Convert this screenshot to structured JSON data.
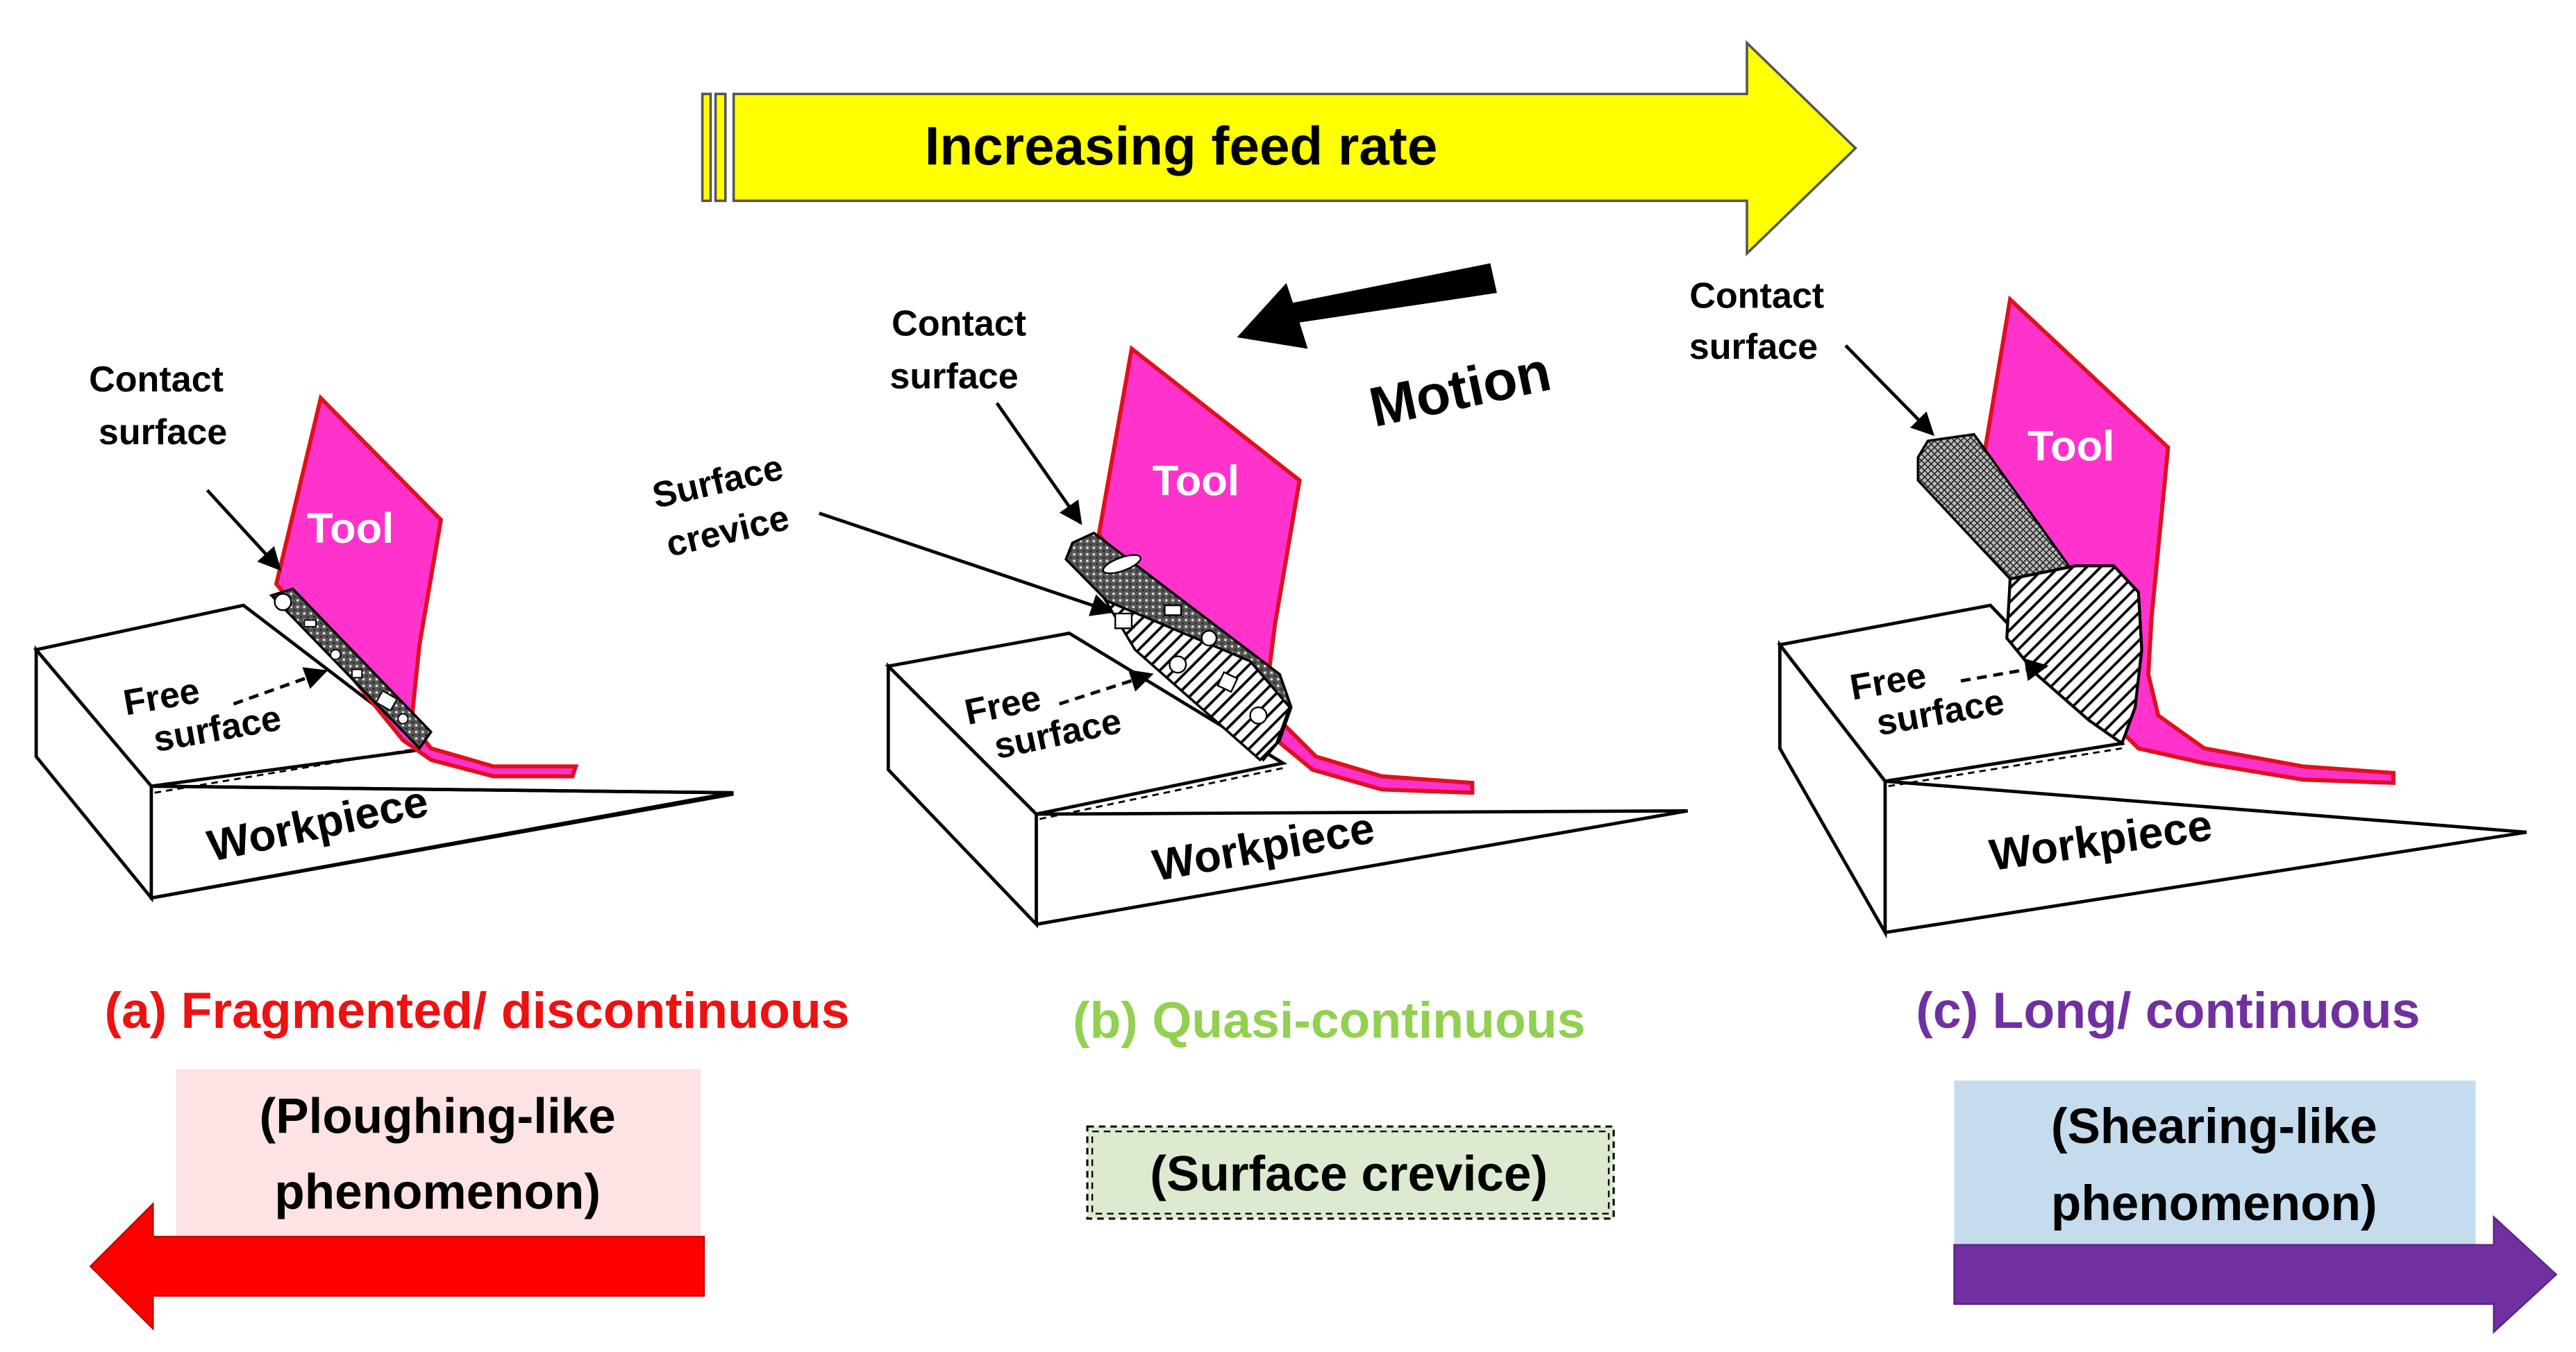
{
  "feed_arrow": {
    "label": "Increasing feed rate"
  },
  "motion": {
    "label": "Motion"
  },
  "panels": {
    "a": {
      "title": "(a) Fragmented/ discontinuous",
      "tool": "Tool",
      "contact": [
        "Contact",
        "surface"
      ],
      "free": [
        "Free",
        "surface"
      ],
      "workpiece": "Workpiece",
      "caption": [
        "(Ploughing-like",
        "phenomenon)"
      ]
    },
    "b": {
      "title": "(b) Quasi-continuous",
      "tool": "Tool",
      "contact": [
        "Contact",
        "surface"
      ],
      "crevice": [
        "Surface",
        "crevice"
      ],
      "free": [
        "Free",
        "surface"
      ],
      "workpiece": "Workpiece",
      "caption": "(Surface crevice)"
    },
    "c": {
      "title": "(c) Long/ continuous",
      "tool": "Tool",
      "contact": [
        "Contact",
        "surface"
      ],
      "free": [
        "Free",
        "surface"
      ],
      "workpiece": "Workpiece",
      "caption": [
        "(Shearing-like",
        "phenomenon)"
      ]
    }
  },
  "colors": {
    "tool": "#ff33cc",
    "tool_edge": "#e0101e",
    "feed_arrow": "#ffff00",
    "title_a": "#ee1111",
    "title_b": "#92d050",
    "title_c": "#7030a0",
    "box_a": "#fde3e3",
    "box_b": "#dcebd0",
    "box_c": "#c5dcef",
    "arrow_a": "#ff0000",
    "arrow_c": "#7030a0"
  }
}
